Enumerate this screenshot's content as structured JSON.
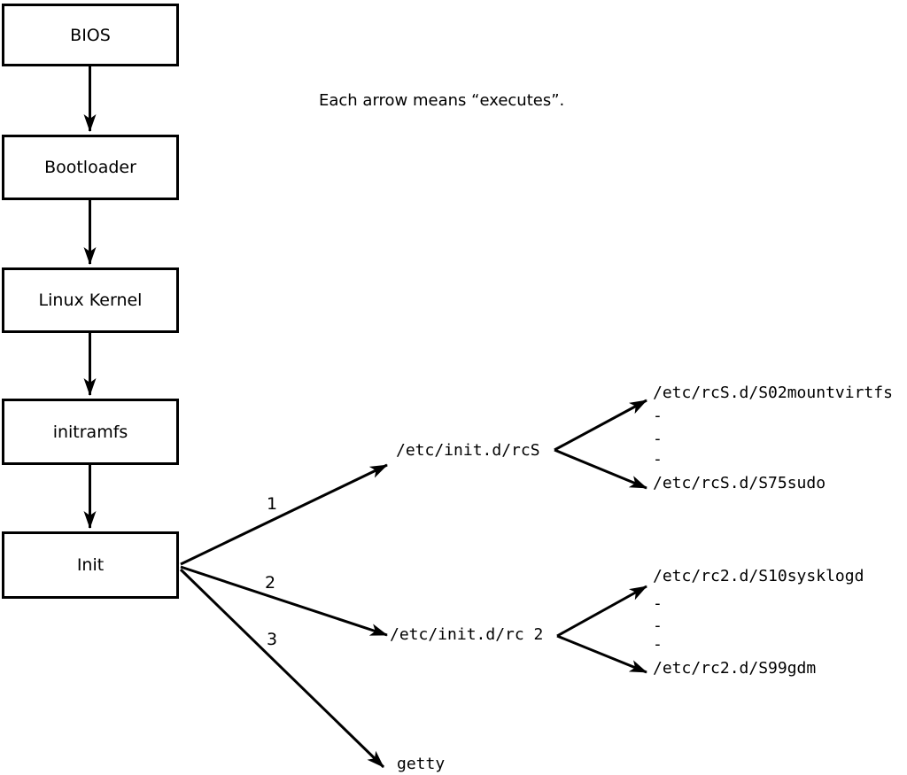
{
  "caption": "Each arrow means “executes”.",
  "chain": [
    {
      "label": "BIOS"
    },
    {
      "label": "Bootloader"
    },
    {
      "label": "Linux Kernel"
    },
    {
      "label": "initramfs"
    },
    {
      "label": "Init"
    }
  ],
  "edge_labels": {
    "rcS": "1",
    "rc2": "2",
    "getty": "3"
  },
  "targets": {
    "rcS": "/etc/init.d/rcS",
    "rc2": "/etc/init.d/rc 2",
    "getty": "getty"
  },
  "rcS_children": [
    "/etc/rcS.d/S02mountvirtfs",
    "-",
    "-",
    "-",
    "/etc/rcS.d/S75sudo"
  ],
  "rc2_children": [
    "/etc/rc2.d/S10sysklogd",
    "-",
    "-",
    "-",
    "/etc/rc2.d/S99gdm"
  ],
  "colors": {
    "ink": "#000000",
    "background": "#ffffff"
  }
}
